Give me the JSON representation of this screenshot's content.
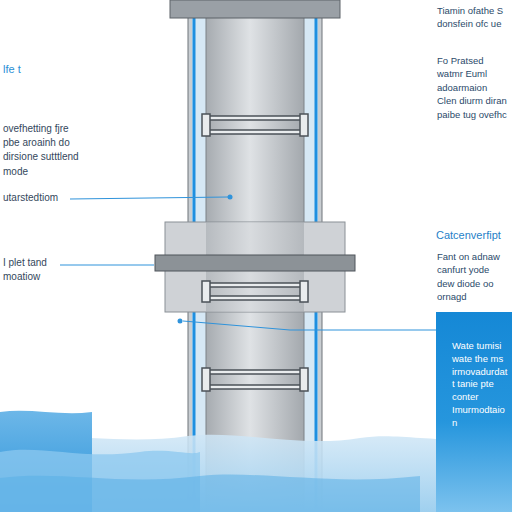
{
  "diagram": {
    "nodes": [
      {
        "text": [
          "Wate tumisi wate the ms irmovadurdatt tanie pte conter Imurmodtaion"
        ]
      }
    ],
    "labels": [
      "lfe t",
      "ovefhetting fjre pbe aroainh do dirsione sutttlend mode",
      "utarstedtiom",
      "I plet tand moatiow",
      "Tiamin ofathe S donsfein ofc ue",
      "Fo Pratsed watmr Euml adoarmaion Clen diurm diran paibe tug ovefhc",
      "Catcenverfipt",
      "Fant on adnaw canfurt yode dew diode oo ornagd"
    ]
  }
}
